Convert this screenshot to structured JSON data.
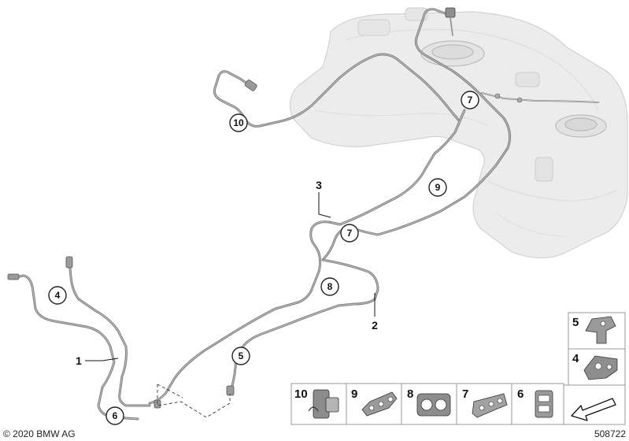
{
  "callouts": {
    "c10": "10",
    "c7a": "7",
    "c9": "9",
    "c7b": "7",
    "c8": "8",
    "c4": "4",
    "c5": "5",
    "c6": "6"
  },
  "labels": {
    "l3": "3",
    "l2": "2",
    "l1": "1"
  },
  "parts_panel": {
    "p10": "10",
    "p9": "9",
    "p8": "8",
    "p7": "7",
    "p6": "6",
    "p5": "5",
    "p4": "4"
  },
  "footer": {
    "copyright": "© 2020 BMW AG",
    "diagram_id": "508722"
  }
}
